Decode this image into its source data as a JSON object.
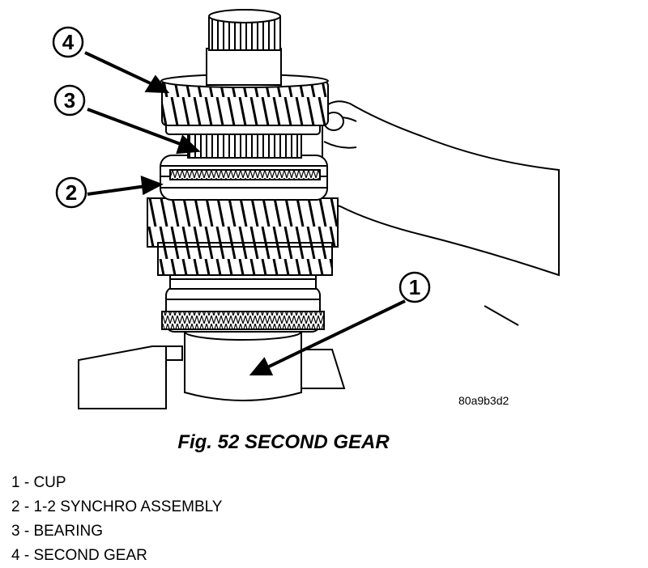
{
  "figure": {
    "code": "80a9b3d2",
    "caption": "Fig. 52 SECOND GEAR"
  },
  "callouts": [
    {
      "number": "4"
    },
    {
      "number": "3"
    },
    {
      "number": "2"
    },
    {
      "number": "1"
    }
  ],
  "legend": [
    {
      "text": "1 - CUP"
    },
    {
      "text": "2 - 1-2 SYNCHRO ASSEMBLY"
    },
    {
      "text": "3 - BEARING"
    },
    {
      "text": "4 - SECOND GEAR"
    }
  ]
}
